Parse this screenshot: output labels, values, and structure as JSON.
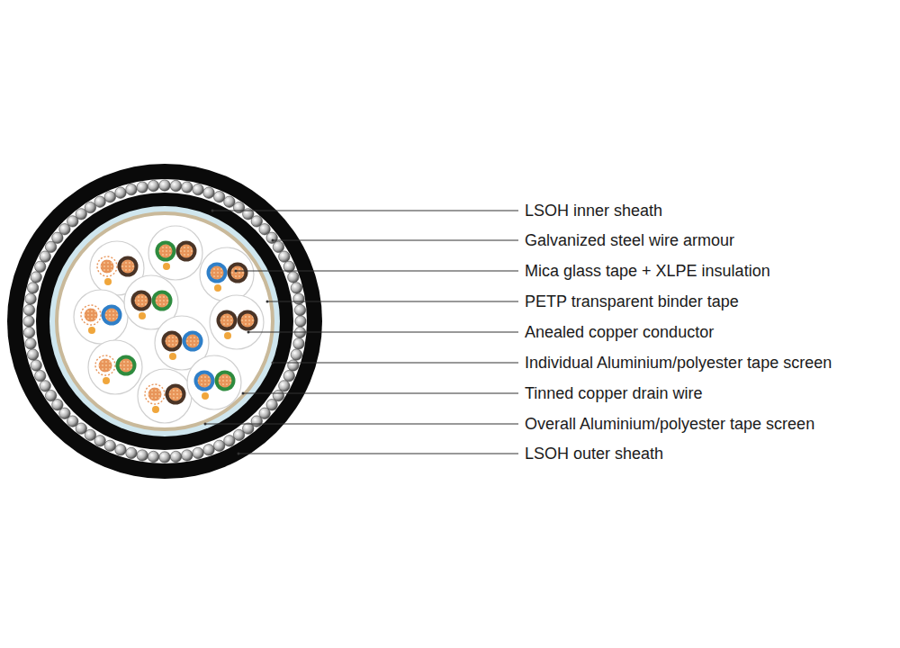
{
  "diagram": {
    "labels": [
      "LSOH inner sheath",
      "Galvanized steel wire armour",
      "Mica glass tape + XLPE insulation",
      "PETP transparent binder tape",
      "Anealed copper conductor",
      "Individual Aluminium/polyester tape screen",
      "Tinned copper drain wire",
      "Overall Aluminium/polyester tape screen",
      "LSOH outer sheath"
    ]
  }
}
